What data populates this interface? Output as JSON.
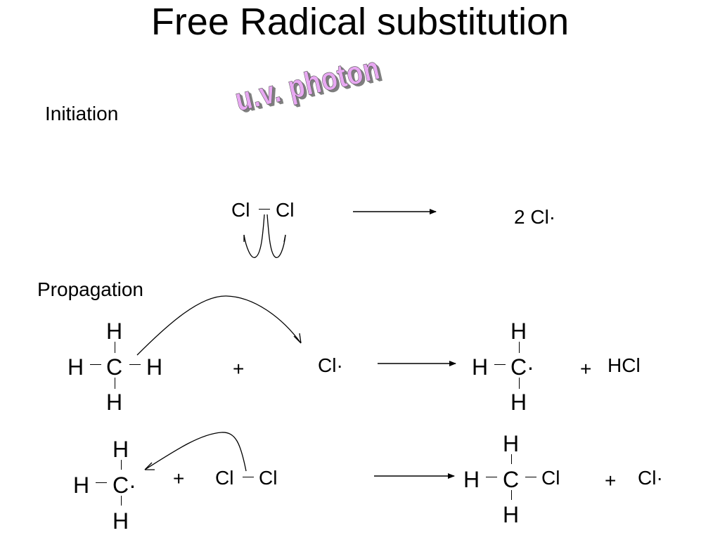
{
  "title": "Free Radical substitution",
  "sections": {
    "initiation": "Initiation",
    "propagation": "Propagation"
  },
  "wordart": "u.v. photon",
  "initiation": {
    "reactant_left": "Cl",
    "reactant_right": "Cl",
    "product": "2 Cl·"
  },
  "propagation1": {
    "methane": {
      "top": "H",
      "left": "H",
      "center": "C",
      "right": "H",
      "bottom": "H"
    },
    "plus": "+",
    "radical": "Cl·",
    "product": {
      "top": "H",
      "left": "H",
      "center": "C·",
      "bottom": "H"
    },
    "plus2": "+",
    "hcl": "HCl"
  },
  "propagation2": {
    "methyl": {
      "top": "H",
      "left": "H",
      "center": "C·",
      "bottom": "H"
    },
    "plus": "+",
    "cl_left": "Cl",
    "cl_right": "Cl",
    "product": {
      "top": "H",
      "left": "H",
      "center": "C",
      "right": "Cl",
      "bottom": "H"
    },
    "plus2": "+",
    "radical": "Cl·"
  },
  "colors": {
    "wordart_fill": "#e8a8f2",
    "wordart_shadow": "#7f7f7f",
    "text": "#000000"
  }
}
